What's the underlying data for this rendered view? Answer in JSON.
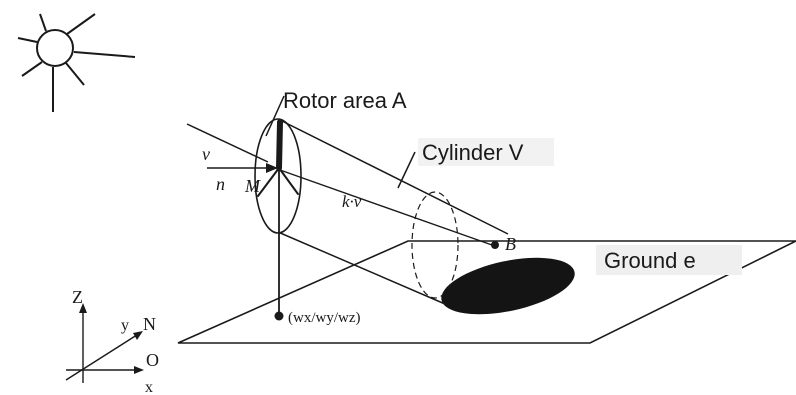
{
  "labels": {
    "rotor_area": "Rotor area  A",
    "cylinder": "Cylinder  V",
    "ground": "Ground  e",
    "wind_v": "v",
    "normal_n": "n",
    "center_m": "M",
    "shadow_vector": "k·v",
    "point_b": "B",
    "tower_base": "(wx/wy/wz)"
  },
  "axes": {
    "z": "Z",
    "y": "y",
    "north": "N",
    "o": "O",
    "x": "x"
  },
  "icons": {
    "sun": "sun-icon"
  },
  "colors": {
    "ink": "#1a1a1a",
    "shadow": "#141414",
    "label_bg": "#efefef"
  }
}
